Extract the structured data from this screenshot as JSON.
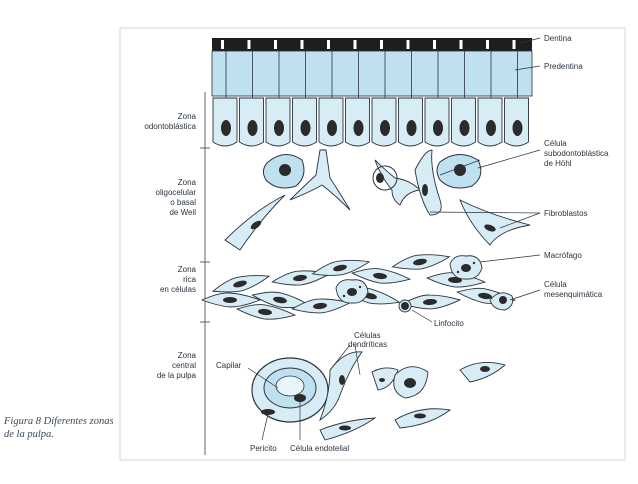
{
  "figure": {
    "caption_prefix": "Figura 8",
    "caption_text": "Diferentes zonas de la pulpa."
  },
  "zones": [
    {
      "lines": [
        "Zona",
        "odontoblástica"
      ]
    },
    {
      "lines": [
        "Zona",
        "oligocelular",
        "o basal",
        "de Weil"
      ]
    },
    {
      "lines": [
        "Zona",
        "rica",
        "en células"
      ]
    },
    {
      "lines": [
        "Zona",
        "central",
        "de la pulpa"
      ]
    }
  ],
  "labels": {
    "dentina": "Dentina",
    "predentina": "Predentina",
    "hohl": [
      "Célula",
      "subodontoblástica",
      "de Höhl"
    ],
    "fibroblastos": "Fibroblastos",
    "macrofago": "Macrófago",
    "mesenquimatica": [
      "Célula",
      "mesenquimática"
    ],
    "linfocito": "Linfocito",
    "dendriticas": [
      "Células",
      "dendríticas"
    ],
    "capilar": "Capilar",
    "pericito": "Pericito",
    "endotelial": "Célula endotelial"
  },
  "colors": {
    "dentin": "#1e1e1e",
    "predentin": "#bfe0ee",
    "cell_fill": "#d7ecf5",
    "cell_stroke": "#2a3440",
    "nucleus": "#2b2b2b",
    "frame": "#9aa4ad"
  }
}
